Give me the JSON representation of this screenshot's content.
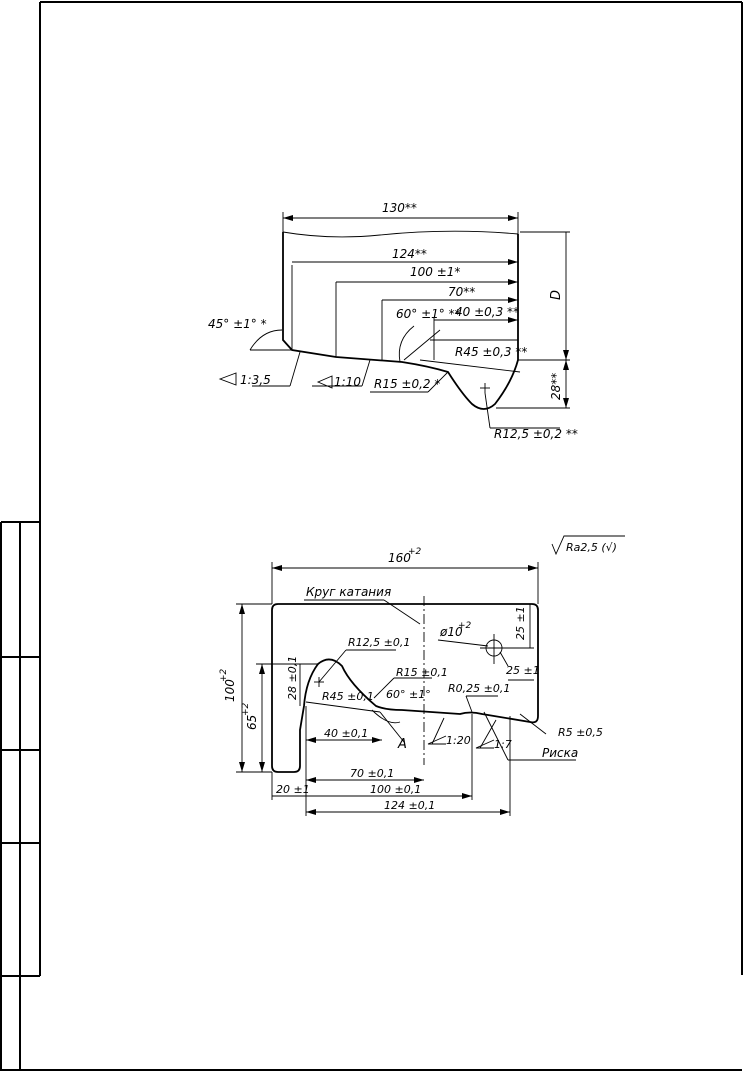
{
  "drawing_1": {
    "dim_130": "130**",
    "dim_124": "124**",
    "dim_100": "100 ±1*",
    "dim_70": "70**",
    "dim_40": "40 ±0,3 **",
    "angle_60": "60° ±1° **",
    "radius_45": "R45 ±0,3 **",
    "angle_45": "45° ±1° *",
    "taper_35": "1:3,5",
    "taper_10": "1:10",
    "radius_15": "R15 ±0,2 *",
    "radius_12_5": "R12,5 ±0,2 **",
    "dim_d": "D",
    "dim_28": "28**"
  },
  "drawing_2": {
    "roughness": "Ra2,5 (√)",
    "dim_160": "160",
    "dim_160_tol": "+2",
    "label_rolling_circle": "Круг катания",
    "dim_phi10": "ø10",
    "dim_phi10_tol": "+2",
    "dim_25_v": "25 ±1",
    "dim_25_h": "25 ±1",
    "radius_12_5": "R12,5 ±0,1",
    "radius_15": "R15 ±0,1",
    "radius_0_25": "R0,25 ±0,1",
    "radius_45": "R45 ±0,1",
    "angle_60": "60° ±1°",
    "dim_28": "28 ±0,1",
    "dim_100": "100",
    "dim_100_tol": "+2",
    "dim_65": "65",
    "dim_65_tol": "+2",
    "dim_40": "40 ±0,1",
    "label_a": "A",
    "taper_20": "1:20",
    "taper_7": "1:7",
    "radius_5": "R5 ±0,5",
    "label_mark": "Риска",
    "dim_70": "70 ±0,1",
    "dim_20": "20 ±1",
    "dim_100b": "100 ±0,1",
    "dim_124": "124 ±0,1"
  }
}
